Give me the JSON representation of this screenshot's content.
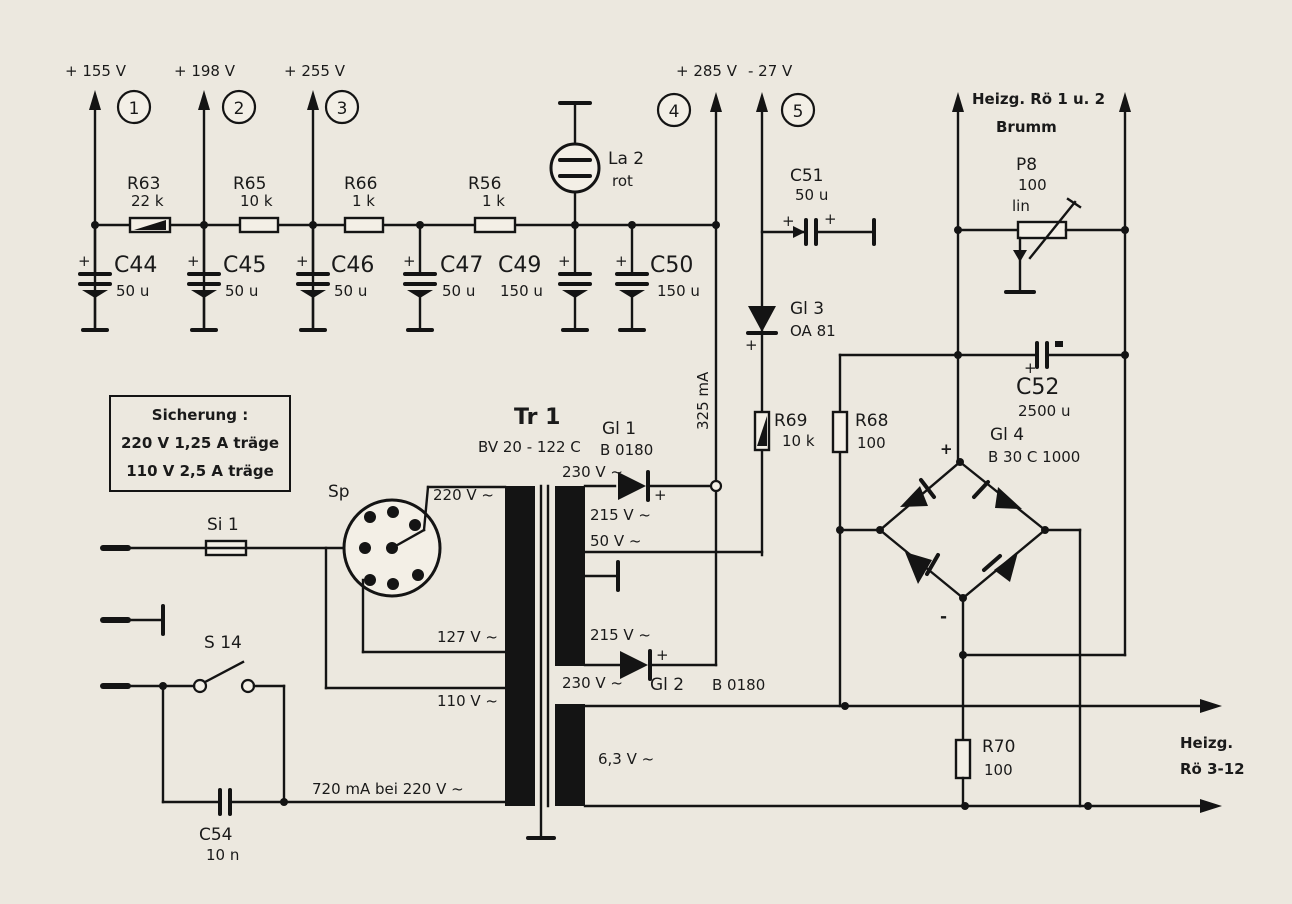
{
  "rails": [
    {
      "voltage": "+ 155 V",
      "number": "1"
    },
    {
      "voltage": "+ 198 V",
      "number": "2"
    },
    {
      "voltage": "+ 255 V",
      "number": "3"
    },
    {
      "voltage": "+ 285 V",
      "number": "4"
    },
    {
      "voltage": "- 27 V",
      "number": "5"
    }
  ],
  "resistors": {
    "R63": {
      "name": "R63",
      "value": "22 k"
    },
    "R65": {
      "name": "R65",
      "value": "10 k"
    },
    "R66": {
      "name": "R66",
      "value": "1 k"
    },
    "R56": {
      "name": "R56",
      "value": "1 k"
    },
    "R69": {
      "name": "R69",
      "value": "10 k"
    },
    "R68": {
      "name": "R68",
      "value": "100"
    },
    "R70": {
      "name": "R70",
      "value": "100"
    }
  },
  "capacitors": {
    "C44": {
      "name": "C44",
      "value": "50 u"
    },
    "C45": {
      "name": "C45",
      "value": "50 u"
    },
    "C46": {
      "name": "C46",
      "value": "50 u"
    },
    "C47": {
      "name": "C47",
      "value": "50 u"
    },
    "C49": {
      "name": "C49",
      "value": "150 u"
    },
    "C50": {
      "name": "C50",
      "value": "150 u"
    },
    "C51": {
      "name": "C51",
      "value": "50 u"
    },
    "C52": {
      "name": "C52",
      "value": "2500 u"
    },
    "C54": {
      "name": "C54",
      "value": "10 n"
    }
  },
  "lamp": {
    "name": "La 2",
    "color": "rot"
  },
  "diodes": {
    "Gl3": {
      "name": "Gl 3",
      "value": "OA 81"
    },
    "Gl1": {
      "name": "Gl 1",
      "value": "B 0180"
    },
    "Gl2": {
      "name": "Gl 2",
      "value": "B 0180"
    },
    "Gl4": {
      "name": "Gl 4",
      "value": "B 30 C 1000"
    }
  },
  "pot": {
    "name": "P8",
    "value": "100",
    "taper": "lin"
  },
  "heater_top": {
    "line1": "Heizg. Rö 1 u. 2",
    "line2": "Brumm"
  },
  "heater_bottom": {
    "line1": "Heizg.",
    "line2": "Rö 3-12"
  },
  "fuse_box": {
    "title": "Sicherung :",
    "line1": "220 V  1,25 A träge",
    "line2": "110 V  2,5 A träge"
  },
  "fuse": "Si 1",
  "switch": "S 14",
  "selector": "Sp",
  "transformer": {
    "name": "Tr 1",
    "type": "BV 20 - 122 C",
    "primary": [
      "220 V ~",
      "127 V ~",
      "110 V ~",
      "720 mA  bei  220 V ~"
    ],
    "secondary": [
      "230 V ~",
      "215 V ~",
      "50 V ~",
      "215 V ~",
      "230 V ~",
      "6,3 V ~"
    ]
  },
  "current_label": "325 mA",
  "plus": "+",
  "minus": "-"
}
